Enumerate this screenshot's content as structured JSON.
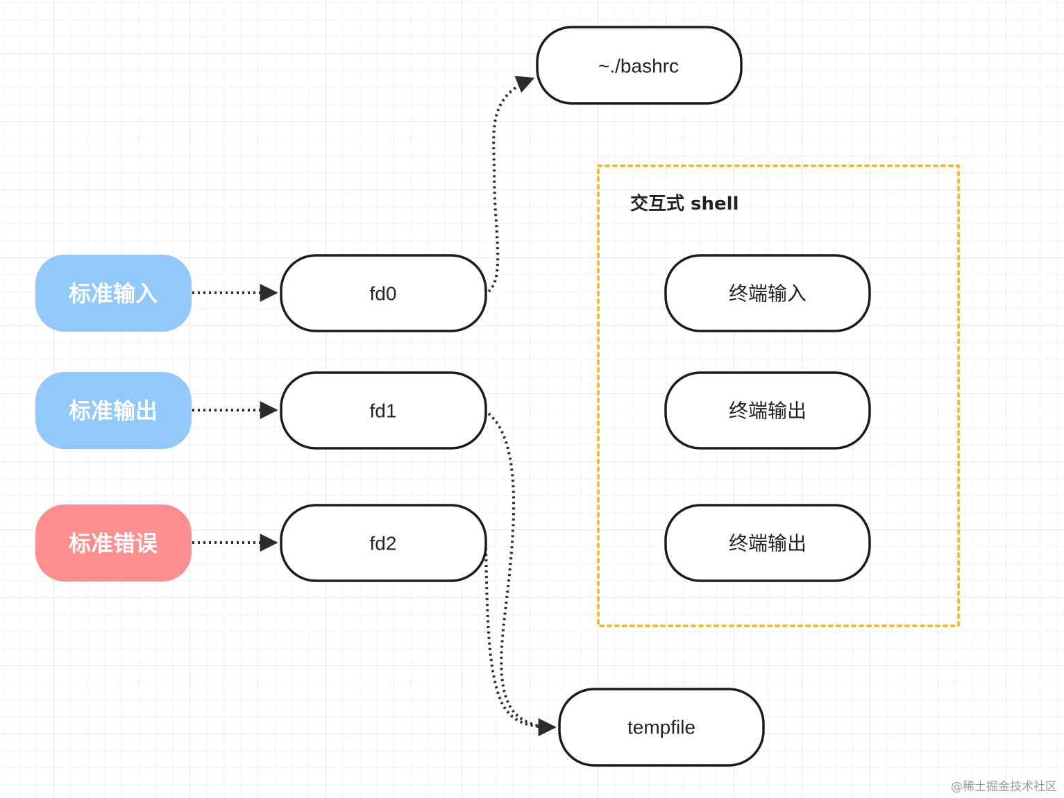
{
  "diagram": {
    "colors": {
      "stdin_fill": "#91c9fd",
      "stdout_fill": "#91c9fd",
      "stderr_fill": "#fd8e90",
      "node_stroke": "#1b1b1b",
      "group_border": "#f5bc32",
      "edge": "#2b2b2b"
    },
    "sources": [
      {
        "id": "stdin",
        "label": "标准输入"
      },
      {
        "id": "stdout",
        "label": "标准输出"
      },
      {
        "id": "stderr",
        "label": "标准错误"
      }
    ],
    "descriptors": [
      {
        "id": "fd0",
        "label": "fd0"
      },
      {
        "id": "fd1",
        "label": "fd1"
      },
      {
        "id": "fd2",
        "label": "fd2"
      }
    ],
    "targets": {
      "bashrc": "~./bashrc",
      "tempfile": "tempfile"
    },
    "shell_group": {
      "title": "交互式 shell",
      "nodes": [
        {
          "id": "term_in",
          "label": "终端输入"
        },
        {
          "id": "term_out",
          "label": "终端输出"
        },
        {
          "id": "term_err",
          "label": "终端输出"
        }
      ]
    },
    "edges": [
      {
        "from": "stdin",
        "to": "fd0"
      },
      {
        "from": "stdout",
        "to": "fd1"
      },
      {
        "from": "stderr",
        "to": "fd2"
      },
      {
        "from": "fd0",
        "to": "bashrc"
      },
      {
        "from": "fd1",
        "to": "tempfile"
      },
      {
        "from": "fd2",
        "to": "tempfile"
      }
    ]
  },
  "watermark": "@稀土掘金技术社区"
}
